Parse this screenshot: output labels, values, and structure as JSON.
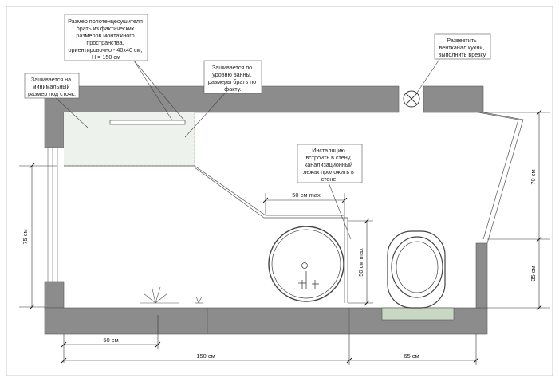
{
  "notes": {
    "towel_dryer": [
      "Размер полотенцесушителя",
      "брать из фактических",
      "размеров монтажного",
      "пространства,",
      "ориентировочно -  40х40 см,",
      "Н = 150 см"
    ],
    "riser": [
      "Зашивается на",
      "минимальный",
      "размер под стояк."
    ],
    "bath_level": [
      "Зашивается по",
      "уровню ванны,",
      "размеры брать по",
      "факту."
    ],
    "kitchen_vent": [
      "Развевтить",
      "вентканал кухни,",
      "выполнить врезку."
    ],
    "installation": [
      "Инсталяцию",
      "встроить в стену,",
      "канализационный",
      "лежак проложить в",
      "стене."
    ]
  },
  "dimensions": {
    "height_75": "75 см",
    "width_50": "50 см",
    "width_150": "150 см",
    "width_65": "65 см",
    "shelf_50_max": "50 см max",
    "height_50_max": "50 см max",
    "height_70": "70 см",
    "height_35": "35 см"
  },
  "colors": {
    "wall": "#8c8c8c",
    "wall_dark": "#7a7a7a",
    "green_fill": "#d9e6d4",
    "line": "#333333",
    "note_border": "#555555"
  }
}
